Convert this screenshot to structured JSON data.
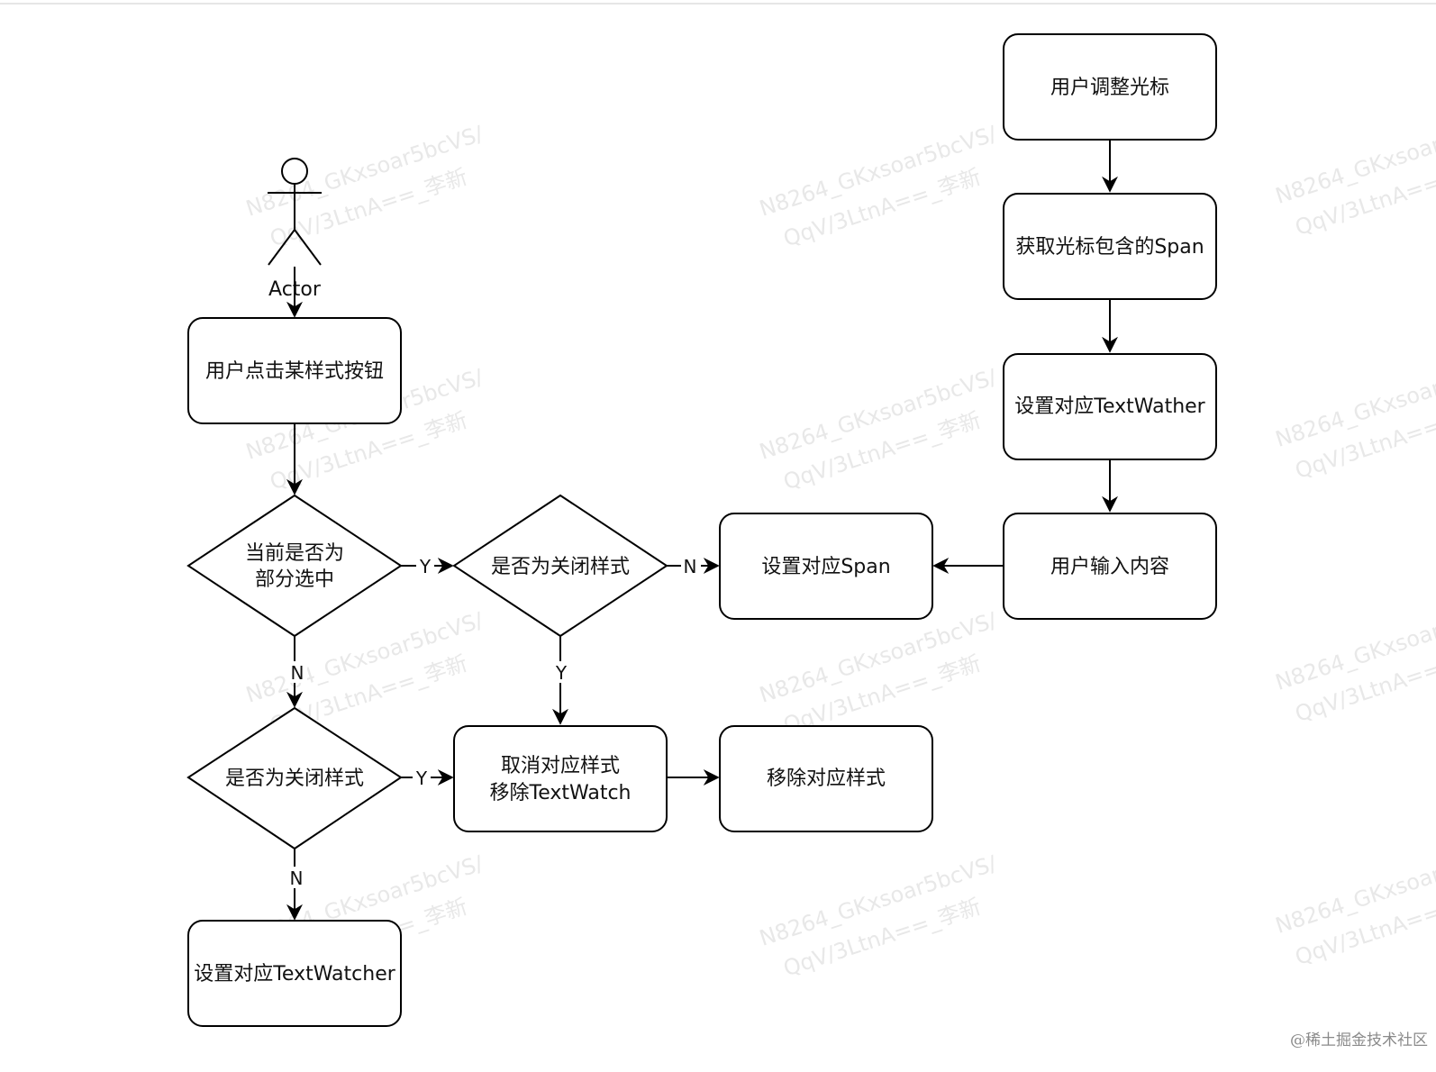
{
  "actor": {
    "label": "Actor"
  },
  "nodes": {
    "click_style_button": {
      "line1": "用户点击某样式按钮"
    },
    "is_partial_selection": {
      "line1": "当前是否为",
      "line2": "部分选中"
    },
    "is_close_style_top": {
      "line1": "是否为关闭样式"
    },
    "set_span": {
      "line1": "设置对应Span"
    },
    "is_close_style_bottom": {
      "line1": "是否为关闭样式"
    },
    "cancel_style": {
      "line1": "取消对应样式",
      "line2": "移除TextWatch"
    },
    "remove_style": {
      "line1": "移除对应样式"
    },
    "set_textwatcher": {
      "line1": "设置对应TextWatcher"
    },
    "user_adjust_cursor": {
      "line1": "用户调整光标"
    },
    "get_cursor_span": {
      "line1": "获取光标包含的Span"
    },
    "set_textwather": {
      "line1": "设置对应TextWather"
    },
    "user_input": {
      "line1": "用户输入内容"
    }
  },
  "edge_labels": {
    "partial_yes": "Y",
    "partial_no": "N",
    "close_top_no": "N",
    "close_top_yes": "Y",
    "close_bottom_yes": "Y",
    "close_bottom_no": "N"
  },
  "watermark": {
    "line1": "N8264_GKxsoar5bcVS/",
    "line2": "QqV/3LtnA==_李新"
  },
  "footer": {
    "credit": "@稀土掘金技术社区"
  },
  "colors": {
    "stroke": "#000000",
    "background": "#ffffff",
    "watermark": "#e8e8e8"
  }
}
